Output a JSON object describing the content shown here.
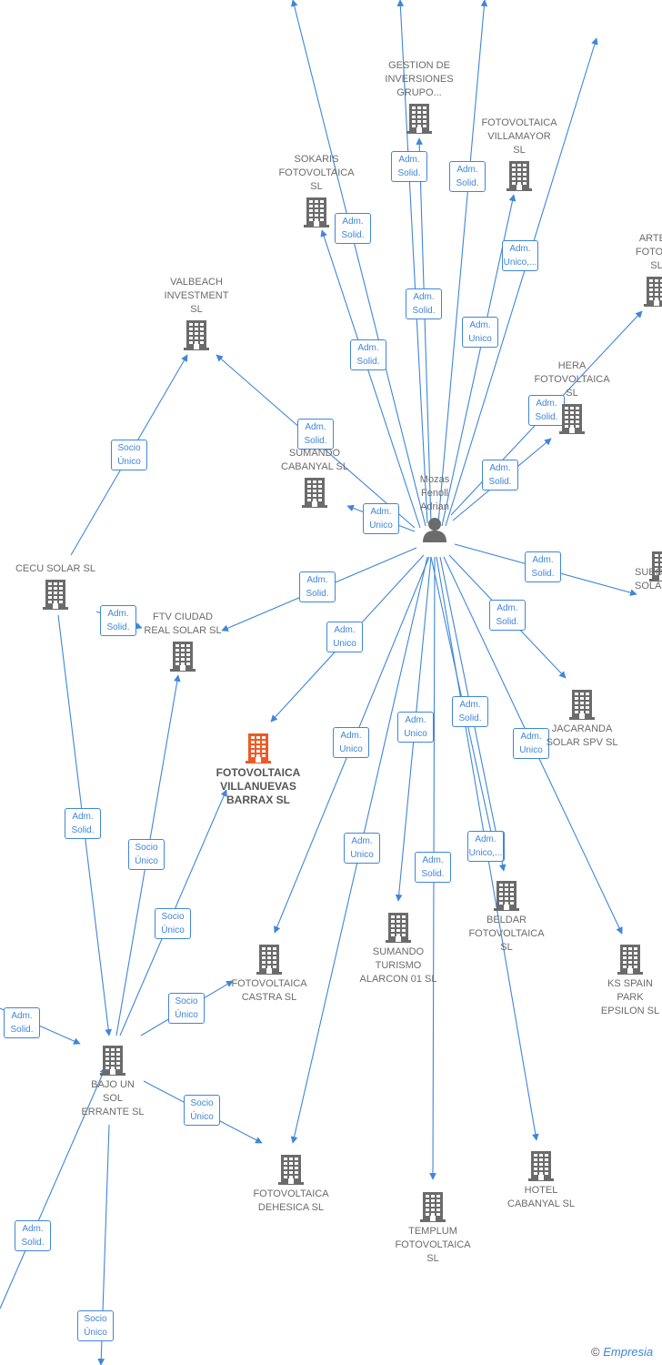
{
  "center": {
    "name": "Mozas\nFenoll\nAdrian"
  },
  "companies": {
    "fotovoltaica_villanuevas": {
      "name": "FOTOVOLTAICA\nVILLANUEVAS\nBARRAX  SL",
      "highlight": true
    },
    "gestion_inversiones": {
      "name": "GESTION DE\nINVERSIONES\nGRUPO..."
    },
    "fotovoltaica_villamayor": {
      "name": "FOTOVOLTAICA\nVILLAMAYOR\nSL"
    },
    "sokaris": {
      "name": "SOKARIS\nFOTOVOLTAICA\nSL"
    },
    "artemis": {
      "name": "ARTEM\nFOTOVO\nSL"
    },
    "valbeach": {
      "name": "VALBEACH\nINVESTMENT\nSL"
    },
    "hera": {
      "name": "HERA\nFOTOVOLTAICA\nSL"
    },
    "sumando_cabanyal": {
      "name": "SUMANDO\nCABANYAL  SL"
    },
    "cecu_solar": {
      "name": "CECU SOLAR SL"
    },
    "ftv_ciudad_real": {
      "name": "FTV CIUDAD\nREAL SOLAR  SL"
    },
    "subco_solar": {
      "name": "SUBCO\nSOLA"
    },
    "jacaranda": {
      "name": "JACARANDA\nSOLAR SPV  SL"
    },
    "beldar": {
      "name": "BELDAR\nFOTOVOLTAICA\nSL"
    },
    "sumando_turismo": {
      "name": "SUMANDO\nTURISMO\nALARCON 01  SL"
    },
    "ks_spain": {
      "name": "KS SPAIN\nPARK\nEPSILON  SL"
    },
    "fotovoltaica_castra": {
      "name": "FOTOVOLTAICA\nCASTRA  SL"
    },
    "bajo_un_sol": {
      "name": "BAJO UN\nSOL\nERRANTE  SL"
    },
    "fotovoltaica_dehesica": {
      "name": "FOTOVOLTAICA\nDEHESICA  SL"
    },
    "templum": {
      "name": "TEMPLUM\nFOTOVOLTAICA\nSL"
    },
    "hotel_cabanyal": {
      "name": "HOTEL\nCABANYAL  SL"
    }
  },
  "relations": [
    {
      "label": "Adm.\nSolid."
    },
    {
      "label": "Adm.\nSolid."
    },
    {
      "label": "Adm.\nSolid."
    },
    {
      "label": "Adm.\nSolid."
    },
    {
      "label": "Adm.\nSolid."
    },
    {
      "label": "Adm.\nUnico,..."
    },
    {
      "label": "Adm.\nUnico"
    },
    {
      "label": "Adm.\nSolid."
    },
    {
      "label": "Adm.\nSolid."
    },
    {
      "label": "Adm.\nSolid."
    },
    {
      "label": "Adm.\nSolid."
    },
    {
      "label": "Socio\nÚnico"
    },
    {
      "label": "Adm.\nUnico"
    },
    {
      "label": "Adm.\nSolid."
    },
    {
      "label": "Adm.\nSolid."
    },
    {
      "label": "Adm.\nSolid."
    },
    {
      "label": "Adm.\nUnico"
    },
    {
      "label": "Adm.\nUnico"
    },
    {
      "label": "Adm.\nUnico"
    },
    {
      "label": "Adm.\nSolid."
    },
    {
      "label": "Adm.\nUnico"
    },
    {
      "label": "Adm.\nSolid."
    },
    {
      "label": "Adm.\nUnico"
    },
    {
      "label": "Adm.\nSolid."
    },
    {
      "label": "Adm.\nSolid."
    },
    {
      "label": "Adm.\nSolid."
    },
    {
      "label": "Socio\nÚnico"
    },
    {
      "label": "Socio\nÚnico"
    },
    {
      "label": "Socio\nÚnico"
    },
    {
      "label": "Socio\nÚnico"
    },
    {
      "label": "Adm.\nSolid."
    },
    {
      "label": "Socio\nÚnico"
    },
    {
      "label": "Adm.\nUnico,..."
    }
  ],
  "colors": {
    "edge": "#3f86d8",
    "building": "#6b6b6b",
    "highlight": "#ee5a24",
    "person": "#6b6b6b"
  },
  "footer": {
    "copyright": "©",
    "brand": "Empresia"
  }
}
